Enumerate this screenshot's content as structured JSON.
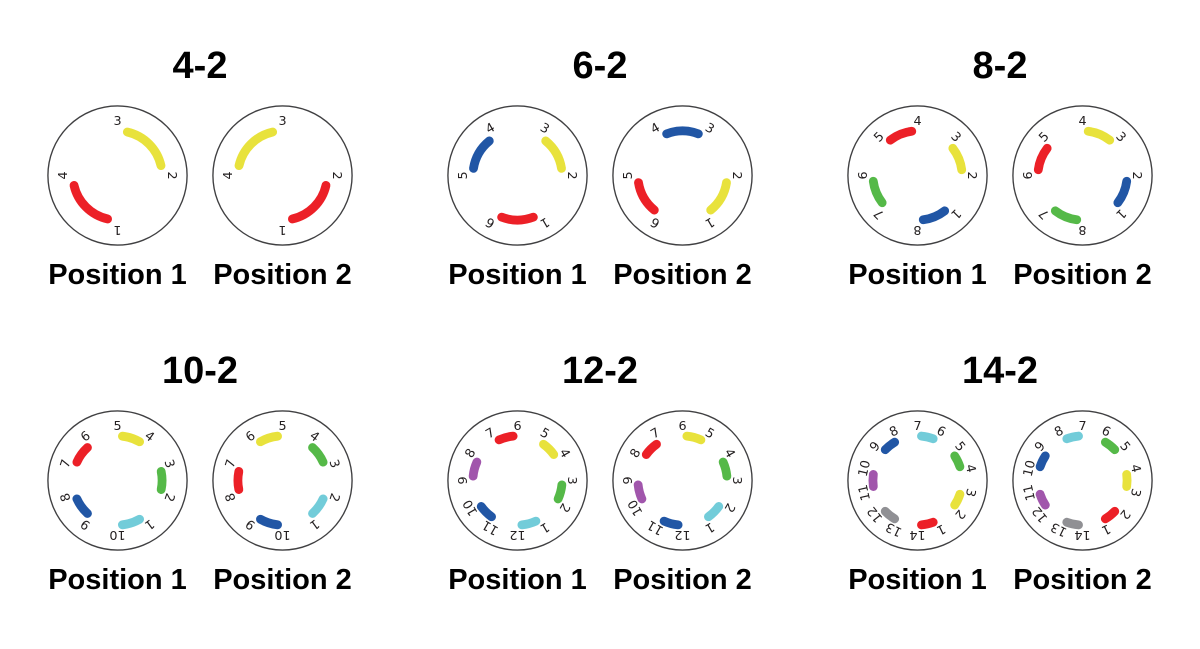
{
  "palette": {
    "red": "#EC2027",
    "yellow": "#E8E23C",
    "green": "#55B948",
    "blue": "#2156A5",
    "cyan": "#72CCD9",
    "purple": "#A156AC",
    "gray": "#909094",
    "circle_outline": "#404042",
    "number_text": "#231F20",
    "title_text": "#000000"
  },
  "diagrams": [
    {
      "title": "4-2",
      "contacts": 4,
      "contact1_angle": 270,
      "positions": [
        {
          "label": "Position 1",
          "arcs": [
            {
              "from": 2,
              "to": 3,
              "color": "yellow"
            },
            {
              "from": 4,
              "to": 1,
              "color": "red"
            }
          ]
        },
        {
          "label": "Position 2",
          "arcs": [
            {
              "from": 3,
              "to": 4,
              "color": "yellow"
            },
            {
              "from": 1,
              "to": 2,
              "color": "red"
            }
          ]
        }
      ]
    },
    {
      "title": "6-2",
      "contacts": 6,
      "contact1_angle": 300,
      "positions": [
        {
          "label": "Position 1",
          "arcs": [
            {
              "from": 2,
              "to": 3,
              "color": "yellow"
            },
            {
              "from": 4,
              "to": 5,
              "color": "blue"
            },
            {
              "from": 6,
              "to": 1,
              "color": "red"
            }
          ]
        },
        {
          "label": "Position 2",
          "arcs": [
            {
              "from": 1,
              "to": 2,
              "color": "yellow"
            },
            {
              "from": 3,
              "to": 4,
              "color": "blue"
            },
            {
              "from": 5,
              "to": 6,
              "color": "red"
            }
          ]
        }
      ]
    },
    {
      "title": "8-2",
      "contacts": 8,
      "contact1_angle": 315,
      "positions": [
        {
          "label": "Position 1",
          "arcs": [
            {
              "from": 2,
              "to": 3,
              "color": "yellow"
            },
            {
              "from": 4,
              "to": 5,
              "color": "red"
            },
            {
              "from": 6,
              "to": 7,
              "color": "green"
            },
            {
              "from": 8,
              "to": 1,
              "color": "blue"
            }
          ]
        },
        {
          "label": "Position 2",
          "arcs": [
            {
              "from": 1,
              "to": 2,
              "color": "blue"
            },
            {
              "from": 3,
              "to": 4,
              "color": "yellow"
            },
            {
              "from": 5,
              "to": 6,
              "color": "red"
            },
            {
              "from": 7,
              "to": 8,
              "color": "green"
            }
          ]
        }
      ]
    },
    {
      "title": "10-2",
      "contacts": 10,
      "contact1_angle": 306,
      "positions": [
        {
          "label": "Position 1",
          "arcs": [
            {
              "from": 2,
              "to": 3,
              "color": "green"
            },
            {
              "from": 4,
              "to": 5,
              "color": "yellow"
            },
            {
              "from": 6,
              "to": 7,
              "color": "red"
            },
            {
              "from": 8,
              "to": 9,
              "color": "blue"
            },
            {
              "from": 10,
              "to": 1,
              "color": "cyan"
            }
          ]
        },
        {
          "label": "Position 2",
          "arcs": [
            {
              "from": 1,
              "to": 2,
              "color": "cyan"
            },
            {
              "from": 3,
              "to": 4,
              "color": "green"
            },
            {
              "from": 5,
              "to": 6,
              "color": "yellow"
            },
            {
              "from": 7,
              "to": 8,
              "color": "red"
            },
            {
              "from": 9,
              "to": 10,
              "color": "blue"
            }
          ]
        }
      ]
    },
    {
      "title": "12-2",
      "contacts": 12,
      "contact1_angle": 300,
      "positions": [
        {
          "label": "Position 1",
          "arcs": [
            {
              "from": 2,
              "to": 3,
              "color": "green"
            },
            {
              "from": 4,
              "to": 5,
              "color": "yellow"
            },
            {
              "from": 6,
              "to": 7,
              "color": "red"
            },
            {
              "from": 8,
              "to": 9,
              "color": "purple"
            },
            {
              "from": 10,
              "to": 11,
              "color": "blue"
            },
            {
              "from": 12,
              "to": 1,
              "color": "cyan"
            }
          ]
        },
        {
          "label": "Position 2",
          "arcs": [
            {
              "from": 1,
              "to": 2,
              "color": "cyan"
            },
            {
              "from": 3,
              "to": 4,
              "color": "green"
            },
            {
              "from": 5,
              "to": 6,
              "color": "yellow"
            },
            {
              "from": 7,
              "to": 8,
              "color": "red"
            },
            {
              "from": 9,
              "to": 10,
              "color": "purple"
            },
            {
              "from": 11,
              "to": 12,
              "color": "blue"
            }
          ]
        }
      ]
    },
    {
      "title": "14-2",
      "contacts": 14,
      "contact1_angle": 295.714,
      "positions": [
        {
          "label": "Position 1",
          "arcs": [
            {
              "from": 2,
              "to": 3,
              "color": "yellow"
            },
            {
              "from": 4,
              "to": 5,
              "color": "green"
            },
            {
              "from": 6,
              "to": 7,
              "color": "cyan"
            },
            {
              "from": 8,
              "to": 9,
              "color": "blue"
            },
            {
              "from": 10,
              "to": 11,
              "color": "purple"
            },
            {
              "from": 12,
              "to": 13,
              "color": "gray"
            },
            {
              "from": 14,
              "to": 1,
              "color": "red"
            }
          ]
        },
        {
          "label": "Position 2",
          "arcs": [
            {
              "from": 1,
              "to": 2,
              "color": "red"
            },
            {
              "from": 3,
              "to": 4,
              "color": "yellow"
            },
            {
              "from": 5,
              "to": 6,
              "color": "green"
            },
            {
              "from": 7,
              "to": 8,
              "color": "cyan"
            },
            {
              "from": 9,
              "to": 10,
              "color": "blue"
            },
            {
              "from": 11,
              "to": 12,
              "color": "purple"
            },
            {
              "from": 13,
              "to": 14,
              "color": "gray"
            }
          ]
        }
      ]
    }
  ]
}
